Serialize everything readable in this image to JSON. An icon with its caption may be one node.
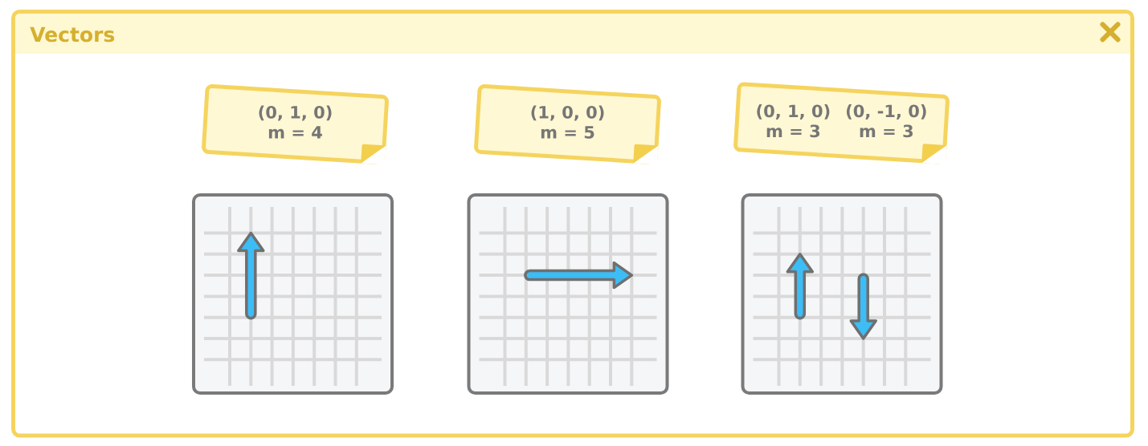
{
  "diagram": {
    "nodes": [
      {
        "text": [
          "Vectors"
        ]
      },
      {
        "text": [
          "(0, 1, 0)",
          "m = 4"
        ],
        "in": 0
      },
      {
        "text": [
          "(1, 0, 0)",
          "m = 5"
        ],
        "in": 0
      },
      {
        "text": [
          "(0, 1, 0)",
          "m = 3",
          "(0, -1, 0)",
          "m = 3"
        ],
        "in": 0
      },
      {
        "text": [],
        "shape": "picture",
        "in": 0
      },
      {
        "text": [],
        "shape": "picture",
        "in": 0
      },
      {
        "text": [],
        "shape": "picture",
        "in": 0
      }
    ]
  }
}
